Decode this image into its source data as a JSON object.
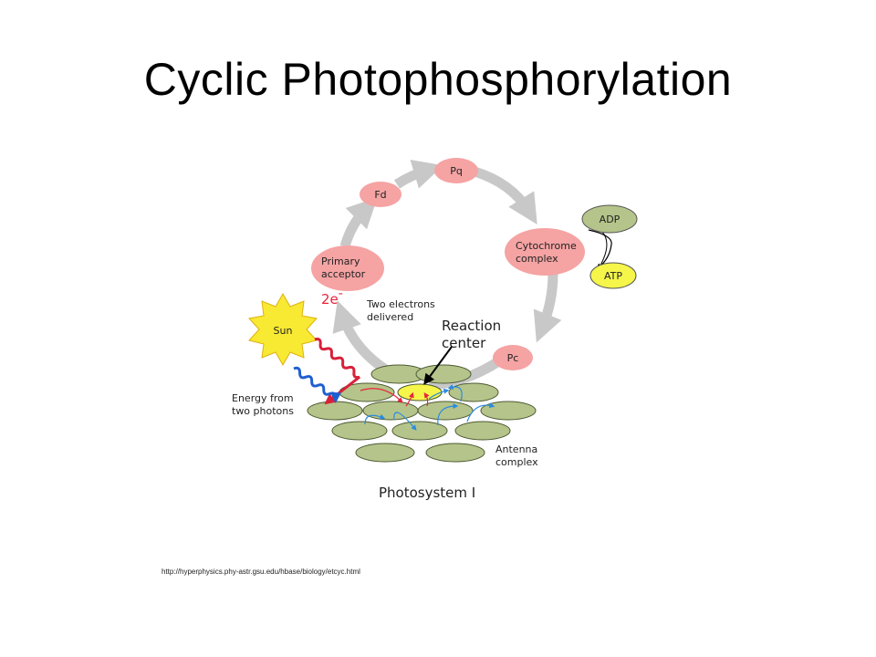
{
  "slide": {
    "title": "Cyclic Photophosphorylation",
    "source_url": "http://hyperphysics.phy-astr.gsu.edu/hbase/biology/etcyc.html"
  },
  "diagram": {
    "carriers": {
      "pq": "Pq",
      "fd": "Fd",
      "primary_acceptor_line1": "Primary",
      "primary_acceptor_line2": "acceptor",
      "cytochrome_line1": "Cytochrome",
      "cytochrome_line2": "complex",
      "pc": "Pc"
    },
    "adp": "ADP",
    "atp": "ATP",
    "sun": "Sun",
    "electrons": "2e",
    "electrons_sup": "-",
    "two_electrons_line1": "Two electrons",
    "two_electrons_line2": "delivered",
    "reaction_center_line1": "Reaction",
    "reaction_center_line2": "center",
    "energy_line1": "Energy from",
    "energy_line2": "two photons",
    "antenna_line1": "Antenna",
    "antenna_line2": "complex",
    "photosystem": "Photosystem I",
    "colors": {
      "carrier_pink": "#f5a3a3",
      "disc_green": "#b5c48a",
      "atp_yellow": "#f5f54a",
      "sun_yellow": "#f8e933",
      "arrow_gray": "#c8c8c8",
      "electron_red": "#e8253a",
      "photon_red": "#d8203a",
      "photon_blue": "#1f5fd0",
      "energy_blue": "#2a8be0"
    }
  }
}
